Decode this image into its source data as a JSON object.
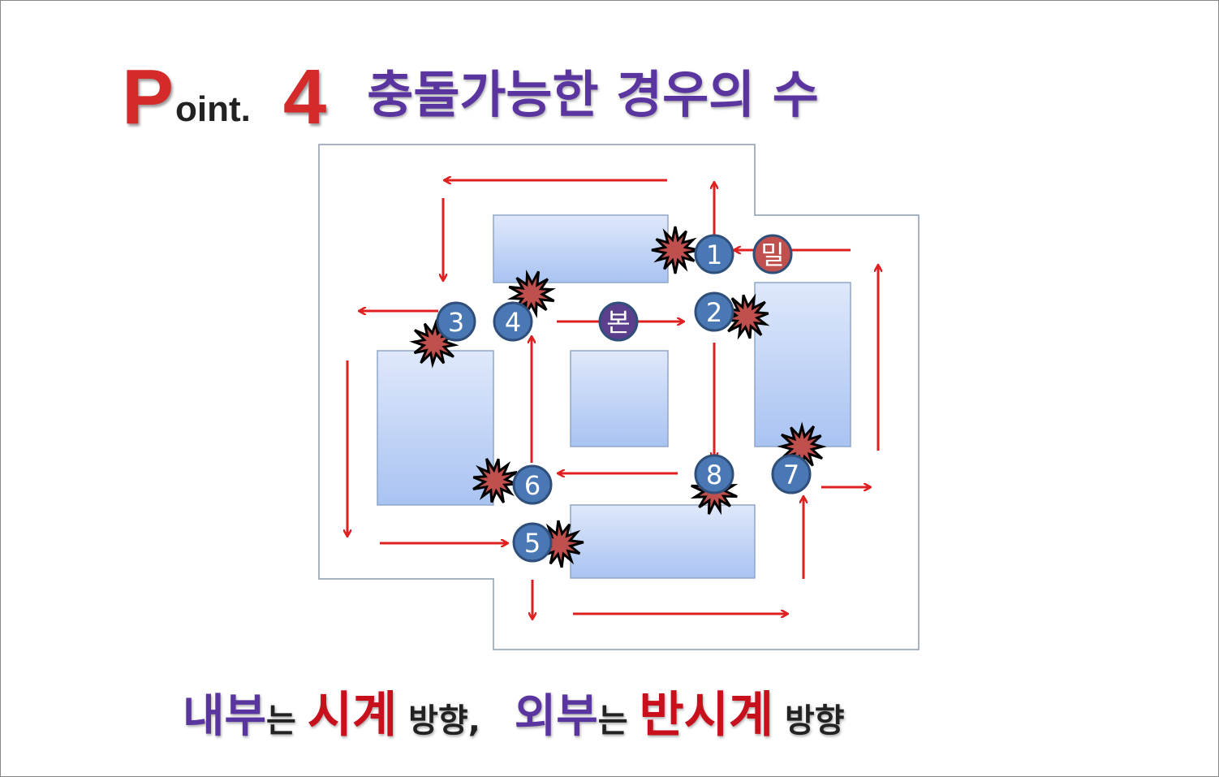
{
  "title": {
    "p": "P",
    "oint": "oint.",
    "number": "4",
    "text": "충돌가능한 경우의 수"
  },
  "circles": [
    {
      "label": "1",
      "color": "#4a78b5"
    },
    {
      "label": "밀",
      "color": "#c0504d"
    },
    {
      "label": "2",
      "color": "#4a78b5"
    },
    {
      "label": "본",
      "color": "#5b3f8c"
    },
    {
      "label": "3",
      "color": "#4a78b5"
    },
    {
      "label": "4",
      "color": "#4a78b5"
    },
    {
      "label": "5",
      "color": "#4a78b5"
    },
    {
      "label": "6",
      "color": "#4a78b5"
    },
    {
      "label": "7",
      "color": "#4a78b5"
    },
    {
      "label": "8",
      "color": "#4a78b5"
    }
  ],
  "bottom": [
    {
      "text": "내부",
      "style": "purple"
    },
    {
      "text": "는 ",
      "style": "black"
    },
    {
      "text": "시계",
      "style": "red"
    },
    {
      "text": " 방향,   ",
      "style": "black"
    },
    {
      "text": "외부",
      "style": "purple"
    },
    {
      "text": "는 ",
      "style": "black"
    },
    {
      "text": "반시계",
      "style": "red"
    },
    {
      "text": " 방향",
      "style": "black"
    }
  ],
  "colors": {
    "arrow": "#e02020",
    "block": "#c5d6f5",
    "burst": "#c0504d"
  }
}
